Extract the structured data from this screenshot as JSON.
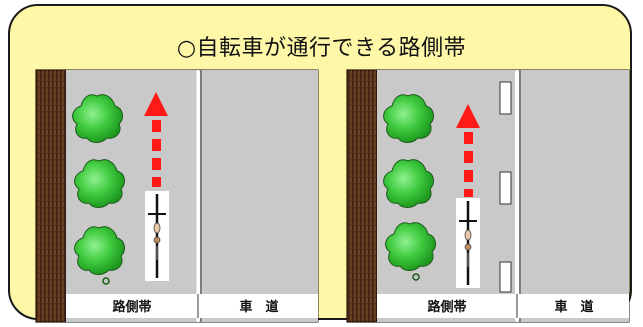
{
  "title": "○自転車が通行できる路側帯",
  "panels": [
    {
      "name": "left-panel",
      "shoulder_label": "路側帯",
      "road_label": "車　道",
      "has_lane_marks": false
    },
    {
      "name": "right-panel",
      "shoulder_label": "路側帯",
      "road_label": "車　道",
      "has_lane_marks": true
    }
  ],
  "colors": {
    "background": "#fff7a8",
    "road": "#c9c9c9",
    "fence": "#7a4a2a",
    "tree": "#3ec93e",
    "arrow": "#ff1a1a",
    "lane_mark": "#ffffff"
  }
}
